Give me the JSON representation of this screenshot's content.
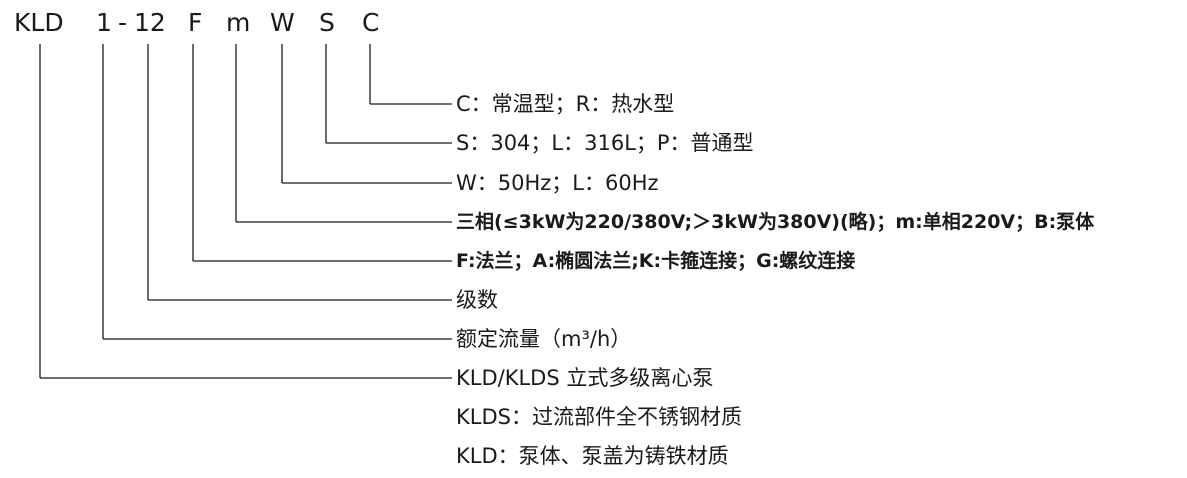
{
  "model_code": {
    "series": "KLD",
    "stages": "1",
    "separator": "-",
    "flow": "12",
    "flange": "F",
    "motor": "m",
    "power": "W",
    "material": "S",
    "temperature": "C"
  },
  "descriptions": {
    "temperature": "C：常温型；R：热水型",
    "material": "S：304；L：316L；P：普通型",
    "power": "W：50Hz；L：60Hz",
    "motor": "三相(≤3kW为220/380V;＞3kW为380V)(略)；m:单相220V；B:泵体",
    "flange": "F:法兰；A:椭圆法兰;K:卡箍连接；G:螺纹连接",
    "flow_stages": "级数",
    "rated_flow": "额定流量（m³/h）",
    "series": "KLD/KLDS 立式多级离心泵"
  },
  "notes": {
    "klds": "KLDS：过流部件全不锈钢材质",
    "kld": "KLD：泵体、泵盖为铸铁材质"
  }
}
